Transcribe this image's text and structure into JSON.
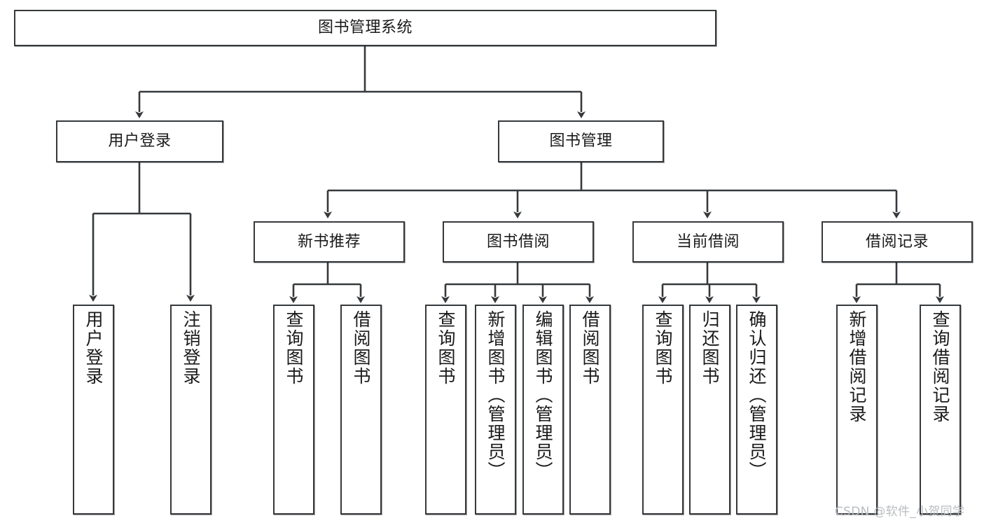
{
  "diagram": {
    "type": "hierarchy-tree",
    "title": "图书管理系统",
    "root": {
      "label": "图书管理系统"
    },
    "level1": [
      {
        "label": "用户登录"
      },
      {
        "label": "图书管理"
      }
    ],
    "level2": [
      {
        "label": "新书推荐"
      },
      {
        "label": "图书借阅"
      },
      {
        "label": "当前借阅"
      },
      {
        "label": "借阅记录"
      }
    ],
    "leaves": {
      "user_login": [
        {
          "label": "用户登录"
        },
        {
          "label": "注销登录"
        }
      ],
      "new_book_recommend": [
        {
          "label": "查询图书"
        },
        {
          "label": "借阅图书"
        }
      ],
      "book_borrow": [
        {
          "label": "查询图书"
        },
        {
          "label": "新增图书（管理员）"
        },
        {
          "label": "编辑图书（管理员）"
        },
        {
          "label": "借阅图书"
        }
      ],
      "current_borrow": [
        {
          "label": "查询图书"
        },
        {
          "label": "归还图书"
        },
        {
          "label": "确认归还（管理员）"
        }
      ],
      "borrow_record": [
        {
          "label": "新增借阅记录"
        },
        {
          "label": "查询借阅记录"
        }
      ]
    }
  },
  "watermark": {
    "text": "CSDN @软件_小贺同学"
  },
  "colors": {
    "stroke": "#36393c",
    "fill": "#ffffff",
    "text": "#1a1a1a",
    "watermark": "#b9bcc0"
  }
}
